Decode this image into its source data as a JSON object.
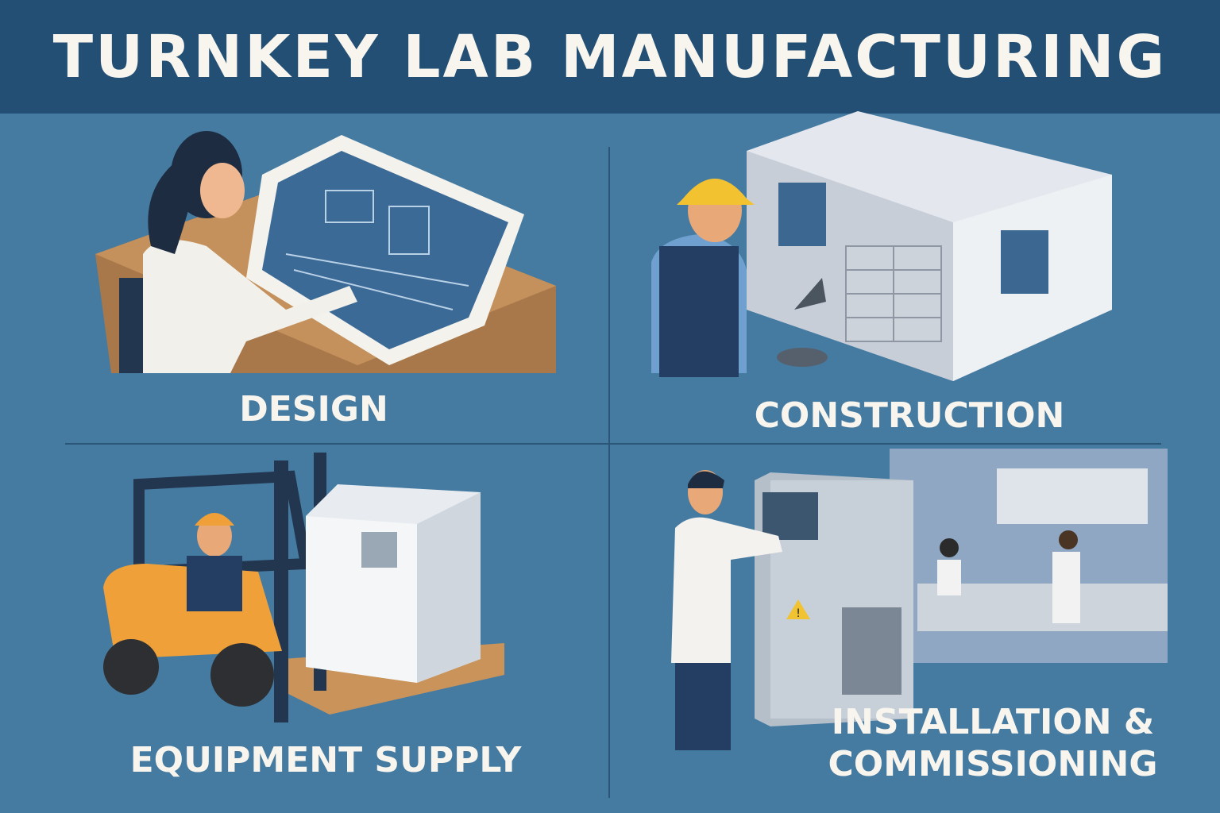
{
  "header": {
    "title": "TURNKEY LAB MANUFACTURING"
  },
  "sections": [
    {
      "label": "DESIGN",
      "icon": "designer-blueprint"
    },
    {
      "label": "CONSTRUCTION",
      "icon": "worker-building"
    },
    {
      "label": "EQUIPMENT SUPPLY",
      "icon": "forklift-equipment"
    },
    {
      "label_line1": "INSTALLATION &",
      "label_line2": "COMMISSIONING",
      "icon": "scientist-lab"
    }
  ],
  "colors": {
    "header": "#234f74",
    "background": "#467ba1",
    "text": "#f8f5ee",
    "forklift": "#f0a038"
  },
  "warning_sign": "!"
}
